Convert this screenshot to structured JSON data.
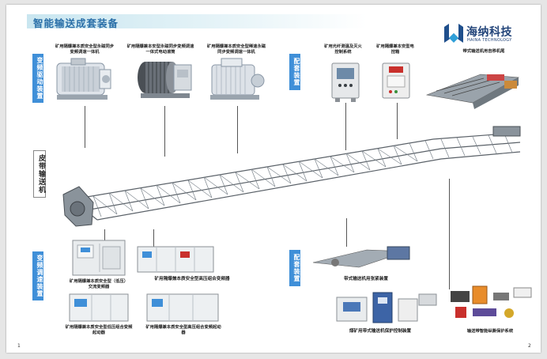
{
  "page": {
    "title": "智能输送成套装备",
    "page_left": "1",
    "page_right": "2"
  },
  "logo": {
    "name_cn": "海纳科技",
    "name_en": "HAINA TECHNOLOGY"
  },
  "sections": {
    "drive": "变频驱动装置",
    "supporting_top": "配套装置",
    "conveyor": "皮带输送机",
    "speed": "变频调速装置",
    "supporting_bottom": "配套装置"
  },
  "labels": {
    "motor1": "矿用隔爆兼本质安全型永磁同步变频调速一体机",
    "motor2": "矿用隔爆兼本安型永磁同步变频调速一体式电动滚筒",
    "motor3": "矿用隔爆兼本质安全型稀速永磁同步变频调速一体机",
    "fiber": "矿用光纤测温及灭火控制系统",
    "power": "矿用隔爆兼本安型电控箱",
    "tail": "带式输送机用自移机尾",
    "inverter1": "矿用隔爆兼本质安全型（低压）交流变频器",
    "inverter2": "矿用隔爆兼本质安全型高压组合变频器",
    "inverter3": "矿用隔爆兼本质安全型低压组合变频起动器",
    "inverter4": "矿用隔爆兼本质安全型高压组合变频起动器",
    "tension": "带式输送机用张紧装置",
    "protect": "煤矿用带式输送机保护控制装置",
    "deviation": "输送带智能纵撕保护系统"
  },
  "colors": {
    "accent": "#2a6fa8",
    "label_blue": "#3f8fd8",
    "connector": "#555555"
  }
}
